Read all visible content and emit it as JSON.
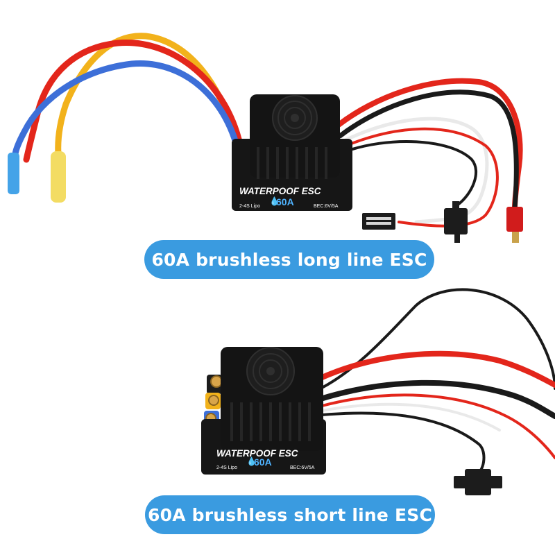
{
  "products": [
    {
      "brand_text": "WATERPOOF ESC",
      "rating": "60A",
      "battery_text": "2-4S Lipo",
      "bec_text": "BEC:6V/5A",
      "caption": "60A brushless long line ESC"
    },
    {
      "brand_text": "WATERPOOF ESC",
      "rating": "60A",
      "battery_text": "2-4S Lipo",
      "bec_text": "BEC:6V/5A",
      "caption": "60A brushless short line ESC"
    }
  ],
  "colors": {
    "pill": "#3a9be0",
    "rating_text": "#4fb3ff",
    "esc_body": "#141414",
    "wire_red": "#e3261b",
    "wire_blue": "#3d6fd8",
    "wire_yellow": "#f2b21b",
    "wire_black": "#1a1a1a",
    "connector_blue": "#44a3e8",
    "connector_yellow": "#f3dc63"
  }
}
